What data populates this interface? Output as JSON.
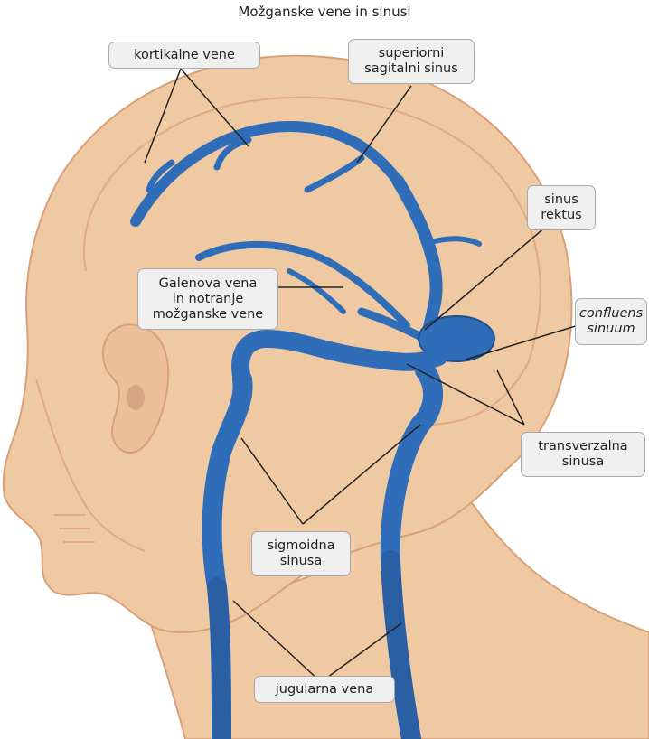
{
  "title": "Možganske vene in sinusi",
  "colors": {
    "skin": "#efc9a2",
    "skin_outline": "#d8a07a",
    "vein": "#2f6db8",
    "vein_dark": "#1d4f8f",
    "label_bg": "#efefef",
    "label_border": "#a9a9a9",
    "leader": "#222222"
  },
  "labels": {
    "cortical": [
      "kortikalne vene"
    ],
    "superior": [
      "superiorni",
      "sagitalni sinus"
    ],
    "rectus": [
      "sinus",
      "rektus"
    ],
    "galen": [
      "Galenova vena",
      "in notranje",
      "možganske vene"
    ],
    "confluens": [
      "confluens",
      "sinuum"
    ],
    "transverse": [
      "transverzalna",
      "sinusa"
    ],
    "sigmoid": [
      "sigmoidna",
      "sinusa"
    ],
    "jugular": [
      "jugularna vena"
    ]
  }
}
